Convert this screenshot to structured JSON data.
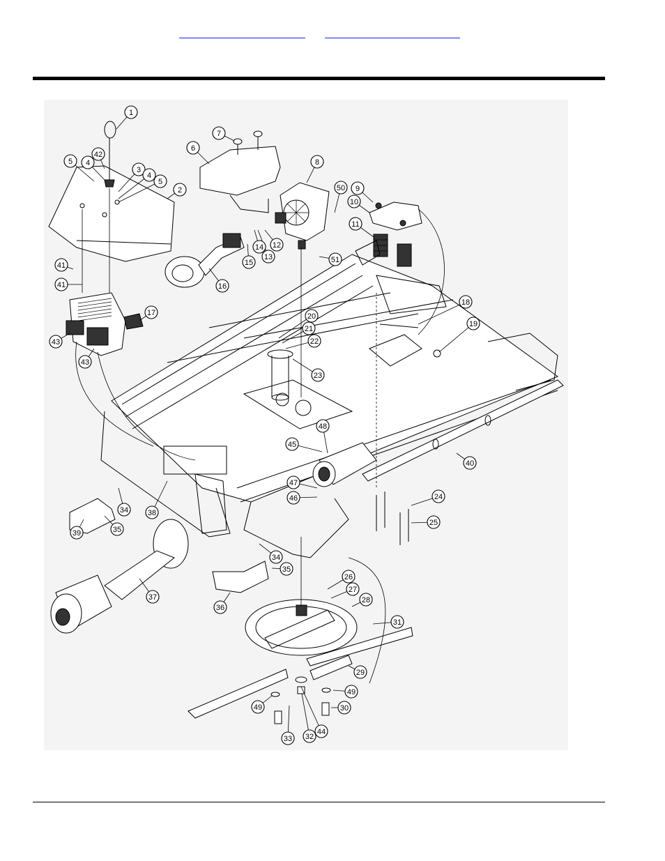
{
  "header": {
    "links": [
      "",
      ""
    ]
  },
  "diagram": {
    "callouts": [
      {
        "id": "c1",
        "label": "1"
      },
      {
        "id": "c2",
        "label": "2"
      },
      {
        "id": "c3",
        "label": "3"
      },
      {
        "id": "c4a",
        "label": "4"
      },
      {
        "id": "c4b",
        "label": "4"
      },
      {
        "id": "c5a",
        "label": "5"
      },
      {
        "id": "c5b",
        "label": "5"
      },
      {
        "id": "c6",
        "label": "6"
      },
      {
        "id": "c7",
        "label": "7"
      },
      {
        "id": "c8",
        "label": "8"
      },
      {
        "id": "c9",
        "label": "9"
      },
      {
        "id": "c10",
        "label": "10"
      },
      {
        "id": "c11",
        "label": "11"
      },
      {
        "id": "c12",
        "label": "12"
      },
      {
        "id": "c13",
        "label": "13"
      },
      {
        "id": "c14",
        "label": "14"
      },
      {
        "id": "c15",
        "label": "15"
      },
      {
        "id": "c16",
        "label": "16"
      },
      {
        "id": "c17",
        "label": "17"
      },
      {
        "id": "c18",
        "label": "18"
      },
      {
        "id": "c19",
        "label": "19"
      },
      {
        "id": "c20",
        "label": "20"
      },
      {
        "id": "c21",
        "label": "21"
      },
      {
        "id": "c22",
        "label": "22"
      },
      {
        "id": "c23",
        "label": "23"
      },
      {
        "id": "c24",
        "label": "24"
      },
      {
        "id": "c25",
        "label": "25"
      },
      {
        "id": "c26",
        "label": "26"
      },
      {
        "id": "c27",
        "label": "27"
      },
      {
        "id": "c28",
        "label": "28"
      },
      {
        "id": "c29",
        "label": "29"
      },
      {
        "id": "c30",
        "label": "30"
      },
      {
        "id": "c31",
        "label": "31"
      },
      {
        "id": "c32",
        "label": "32"
      },
      {
        "id": "c33",
        "label": "33"
      },
      {
        "id": "c34a",
        "label": "34"
      },
      {
        "id": "c34b",
        "label": "34"
      },
      {
        "id": "c35a",
        "label": "35"
      },
      {
        "id": "c35b",
        "label": "35"
      },
      {
        "id": "c36",
        "label": "36"
      },
      {
        "id": "c37",
        "label": "37"
      },
      {
        "id": "c38",
        "label": "38"
      },
      {
        "id": "c39",
        "label": "39"
      },
      {
        "id": "c40",
        "label": "40"
      },
      {
        "id": "c41a",
        "label": "41"
      },
      {
        "id": "c41b",
        "label": "41"
      },
      {
        "id": "c42",
        "label": "42"
      },
      {
        "id": "c43a",
        "label": "43"
      },
      {
        "id": "c43b",
        "label": "43"
      },
      {
        "id": "c44",
        "label": "44"
      },
      {
        "id": "c45",
        "label": "45"
      },
      {
        "id": "c46",
        "label": "46"
      },
      {
        "id": "c47",
        "label": "47"
      },
      {
        "id": "c48",
        "label": "48"
      },
      {
        "id": "c49a",
        "label": "49"
      },
      {
        "id": "c49b",
        "label": "49"
      },
      {
        "id": "c50",
        "label": "50"
      },
      {
        "id": "c51",
        "label": "51"
      }
    ]
  }
}
